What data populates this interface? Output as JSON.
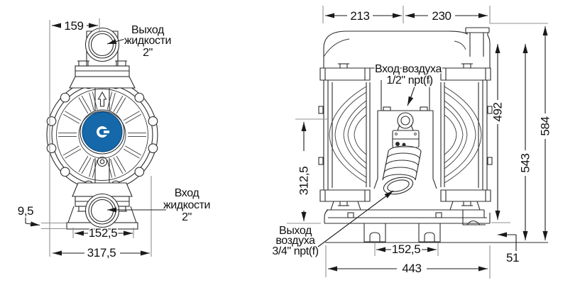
{
  "front_view": {
    "fluid_outlet": [
      "Выход",
      "жидкости",
      "2\""
    ],
    "fluid_inlet": [
      "Вход",
      "жидкости",
      "2\""
    ],
    "dim_port_center": "159",
    "dim_base_thickness": "9,5",
    "dim_feet_spacing": "152,5",
    "dim_overall_width": "317,5"
  },
  "side_view": {
    "air_inlet": [
      "Вход воздуха",
      "1/2\" npt(f)"
    ],
    "air_exhaust": [
      "Выход",
      "воздуха",
      "3/4\" npt(f)"
    ],
    "dim_left_section": "213",
    "dim_right_section": "230",
    "dim_height_492": "492",
    "dim_height_543": "543",
    "dim_overall_height": "584",
    "dim_mid_height": "312,5",
    "dim_feet_spacing": "152,5",
    "dim_overall_length": "443",
    "dim_base_height": "51"
  },
  "colors": {
    "logo_blue": "#1568a9",
    "line": "#222222"
  }
}
